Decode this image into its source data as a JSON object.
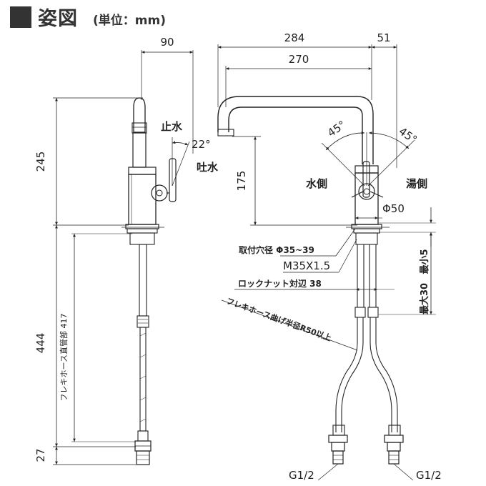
{
  "header": {
    "title": "姿図",
    "unit": "(単位：mm)"
  },
  "side_view": {
    "dim_top_width": "90",
    "dim_height_upper": "245",
    "dim_height_lower": "444",
    "dim_bottom": "27",
    "label_stop": "止水",
    "label_discharge": "吐水",
    "label_angle": "22°",
    "label_hose_length": "フレキホース直管部 417"
  },
  "front_view": {
    "dim_total_width": "284",
    "dim_spout_reach": "270",
    "dim_right_offset": "51",
    "dim_spout_height": "175",
    "label_angle_left": "45°",
    "label_angle_right": "45°",
    "label_cold": "水側",
    "label_hot": "湯側",
    "label_diameter": "Φ50",
    "label_hole": "取付穴径 Φ35~39",
    "label_thread": "M35X1.5",
    "label_locknut": "ロックナット対辺 38",
    "label_hose_bend": "フレキホース曲げ半径R50以上",
    "label_max30": "最大30",
    "label_min5": "最小5",
    "label_g_left": "G1/2",
    "label_g_right": "G1/2"
  }
}
